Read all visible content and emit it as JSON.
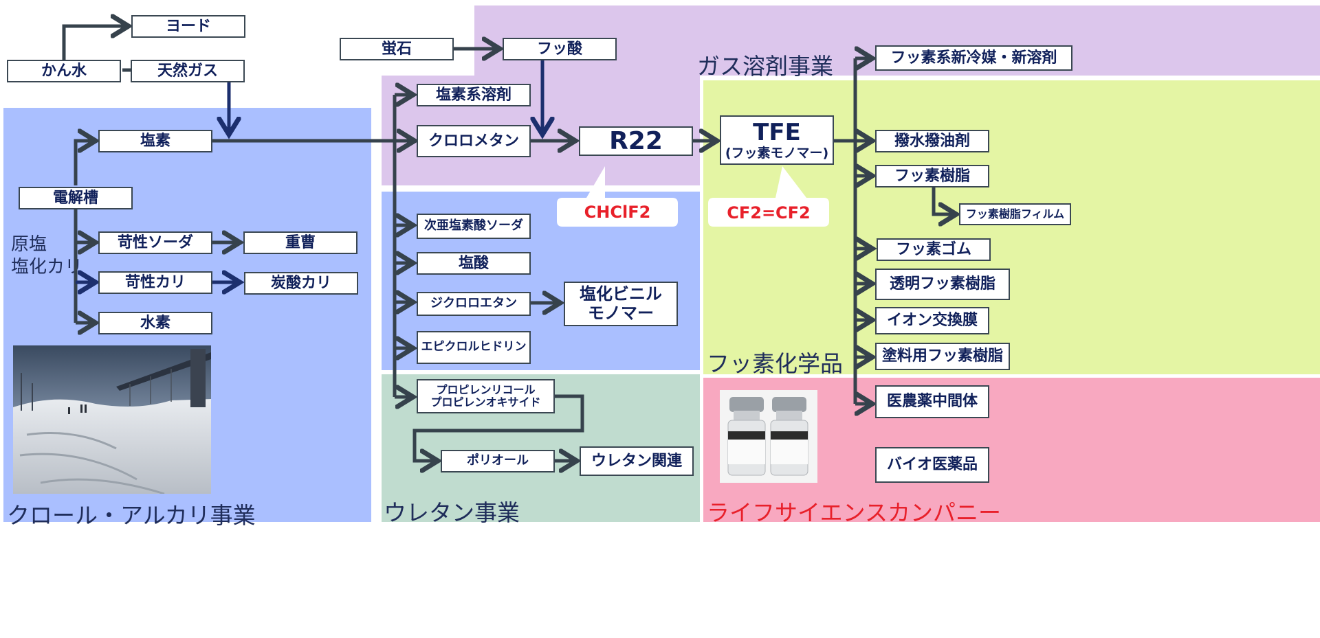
{
  "regions": {
    "gas_solvent": {
      "label": "ガス溶剤事業",
      "color": "#dcc6ec"
    },
    "chlor_alkali": {
      "label": "クロール・アルカリ事業",
      "color": "#aabfff"
    },
    "urethane": {
      "label": "ウレタン事業",
      "color": "#c0dccf"
    },
    "fluorochem": {
      "label": "フッ素化学品",
      "color": "#e4f5a4"
    },
    "lifescience": {
      "label": "ライフサイエンスカンパニー",
      "color": "#f8a8c0",
      "label_color": "#e8202a"
    }
  },
  "raw_materials": {
    "label": "原塩\n塩化カリ"
  },
  "nodes": {
    "iodine": "ヨード",
    "kansui": "かん水",
    "natural_gas": "天然ガス",
    "fluorite": "蛍石",
    "hf": "フッ酸",
    "chlorine": "塩素",
    "electrolyzer": "電解槽",
    "caustic_soda": "苛性ソーダ",
    "baking_soda": "重曹",
    "caustic_potash": "苛性カリ",
    "potassium_carbonate": "炭酸カリ",
    "hydrogen": "水素",
    "chlorinated_solvent": "塩素系溶剤",
    "chloromethane": "クロロメタン",
    "r22": "R22",
    "tfe_title": "TFE",
    "tfe_sub": "(フッ素モノマー)",
    "hypochlorite": "次亜塩素酸ソーダ",
    "hcl": "塩酸",
    "dichloroethane": "ジクロロエタン",
    "vcm": "塩化ビニル\nモノマー",
    "epichlorohydrin": "エピクロルヒドリン",
    "pg": "プロピレンリコール\nプロピレンオキサイド",
    "polyol": "ポリオール",
    "urethane_related": "ウレタン関連",
    "new_refrigerant": "フッ素系新冷媒・新溶剤",
    "repellent": "撥水撥油剤",
    "fluororesin": "フッ素樹脂",
    "fluororesin_film": "フッ素樹脂フィルム",
    "fluororubber": "フッ素ゴム",
    "transparent_resin": "透明フッ素樹脂",
    "ion_exchange": "イオン交換膜",
    "coating_resin": "塗料用フッ素樹脂",
    "pharma_intermediate": "医農薬中間体",
    "biopharma": "バイオ医薬品"
  },
  "callouts": {
    "chclf2": "CHClF2",
    "cf2": "CF2=CF2"
  },
  "colors": {
    "arrow": "#36424c",
    "arrow_dark": "#1c2f6e",
    "node_text": "#10205a",
    "callout_text": "#e8202a"
  }
}
